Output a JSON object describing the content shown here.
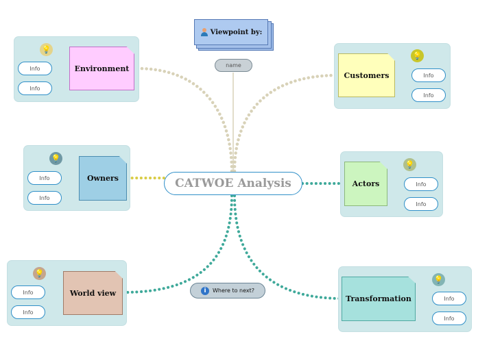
{
  "central": {
    "label": "CATWOE Analysis"
  },
  "viewpoint": {
    "title": "Viewpoint by:",
    "name": "name",
    "icon": "person-icon"
  },
  "where_next": {
    "label": "Where to next?",
    "icon": "info-icon"
  },
  "info_label": "Info",
  "colors": {
    "link_top": "#d8d2b8",
    "link_yellow": "#d9cc45",
    "link_teal": "#3fa99a",
    "panel": "#cfe8ea",
    "border": "#2f8fc8"
  },
  "nodes": [
    {
      "id": "environment",
      "label": "Environment",
      "color": "#ffccff",
      "bulb_color": "#e4d48a"
    },
    {
      "id": "customers",
      "label": "Customers",
      "color": "#ffffbb",
      "bulb_color": "#c8c62a"
    },
    {
      "id": "owners",
      "label": "Owners",
      "color": "#9ecfe5",
      "bulb_color": "#6f98a4"
    },
    {
      "id": "actors",
      "label": "Actors",
      "color": "#ccf5bf",
      "bulb_color": "#b0c08c"
    },
    {
      "id": "worldview",
      "label": "World view",
      "color": "#e2c4b3",
      "bulb_color": "#c5a58c"
    },
    {
      "id": "transformation",
      "label": "Transformation",
      "color": "#a6e1dd",
      "bulb_color": "#82b4b4"
    }
  ]
}
